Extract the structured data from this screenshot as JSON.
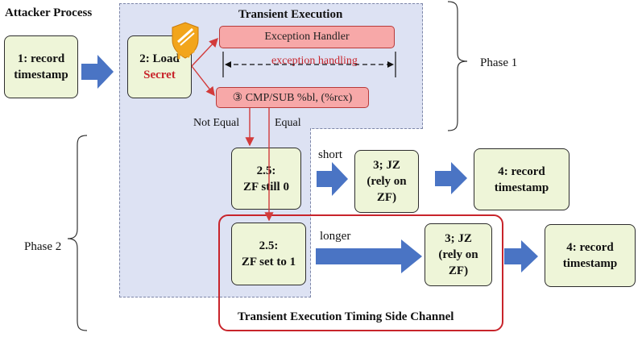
{
  "attacker_process": {
    "title": "Attacker Process"
  },
  "transient_region": {
    "title": "Transient Execution"
  },
  "boxes": {
    "record1": {
      "line1": "1: record",
      "line2": "timestamp"
    },
    "load": {
      "line1": "2: Load",
      "line2": "Secret"
    },
    "exception_handler": "Exception Handler",
    "exception_handling": "exception handling",
    "cmp": "③ CMP/SUB %bl, (%rcx)",
    "zf0": {
      "line1": "2.5:",
      "line2": "ZF still 0"
    },
    "jz_short": {
      "line1": "3; JZ",
      "line2": "(rely on",
      "line3": "ZF)"
    },
    "record_short": {
      "line1": "4: record",
      "line2": "timestamp"
    },
    "zf1": {
      "line1": "2.5:",
      "line2": "ZF set to 1"
    },
    "jz_long": {
      "line1": "3; JZ",
      "line2": "(rely on",
      "line3": "ZF)"
    },
    "record_long": {
      "line1": "4: record",
      "line2": "timestamp"
    }
  },
  "edge_labels": {
    "not_equal": "Not Equal",
    "equal": "Equal",
    "short": "short",
    "longer": "longer"
  },
  "phases": {
    "phase1": "Phase 1",
    "phase2": "Phase 2"
  },
  "side_channel": {
    "title": "Transient Execution Timing Side Channel"
  },
  "icons": {
    "meltdown": "meltdown-logo-icon"
  },
  "colors": {
    "region_fill": "#dde2f3",
    "box_fill": "#eef5d8",
    "red_box_fill": "#f7a8a8",
    "accent_red": "#c8242b",
    "arrow_blue": "#4a74c4"
  }
}
